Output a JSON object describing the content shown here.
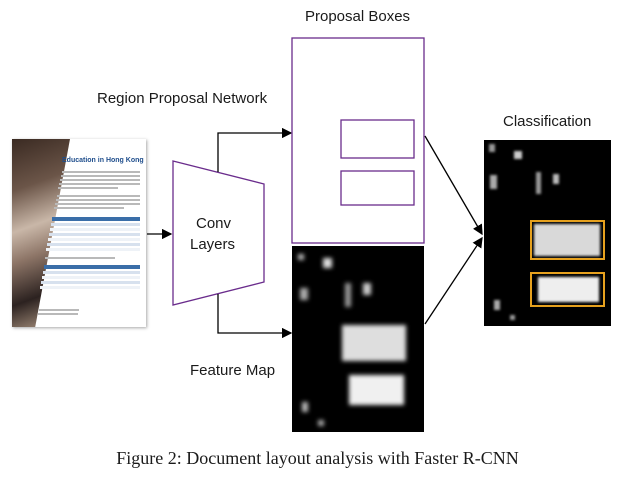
{
  "labels": {
    "proposal_boxes": "Proposal Boxes",
    "rpn": "Region Proposal Network",
    "classification": "Classification",
    "conv_line1": "Conv",
    "conv_line2": "Layers",
    "feature_map": "Feature Map"
  },
  "document_title": "Education in Hong Kong",
  "caption": "Figure 2: Document layout analysis with Faster R-CNN",
  "colors": {
    "purple": "#6a2c8c",
    "highlight": "#e6a11e"
  }
}
